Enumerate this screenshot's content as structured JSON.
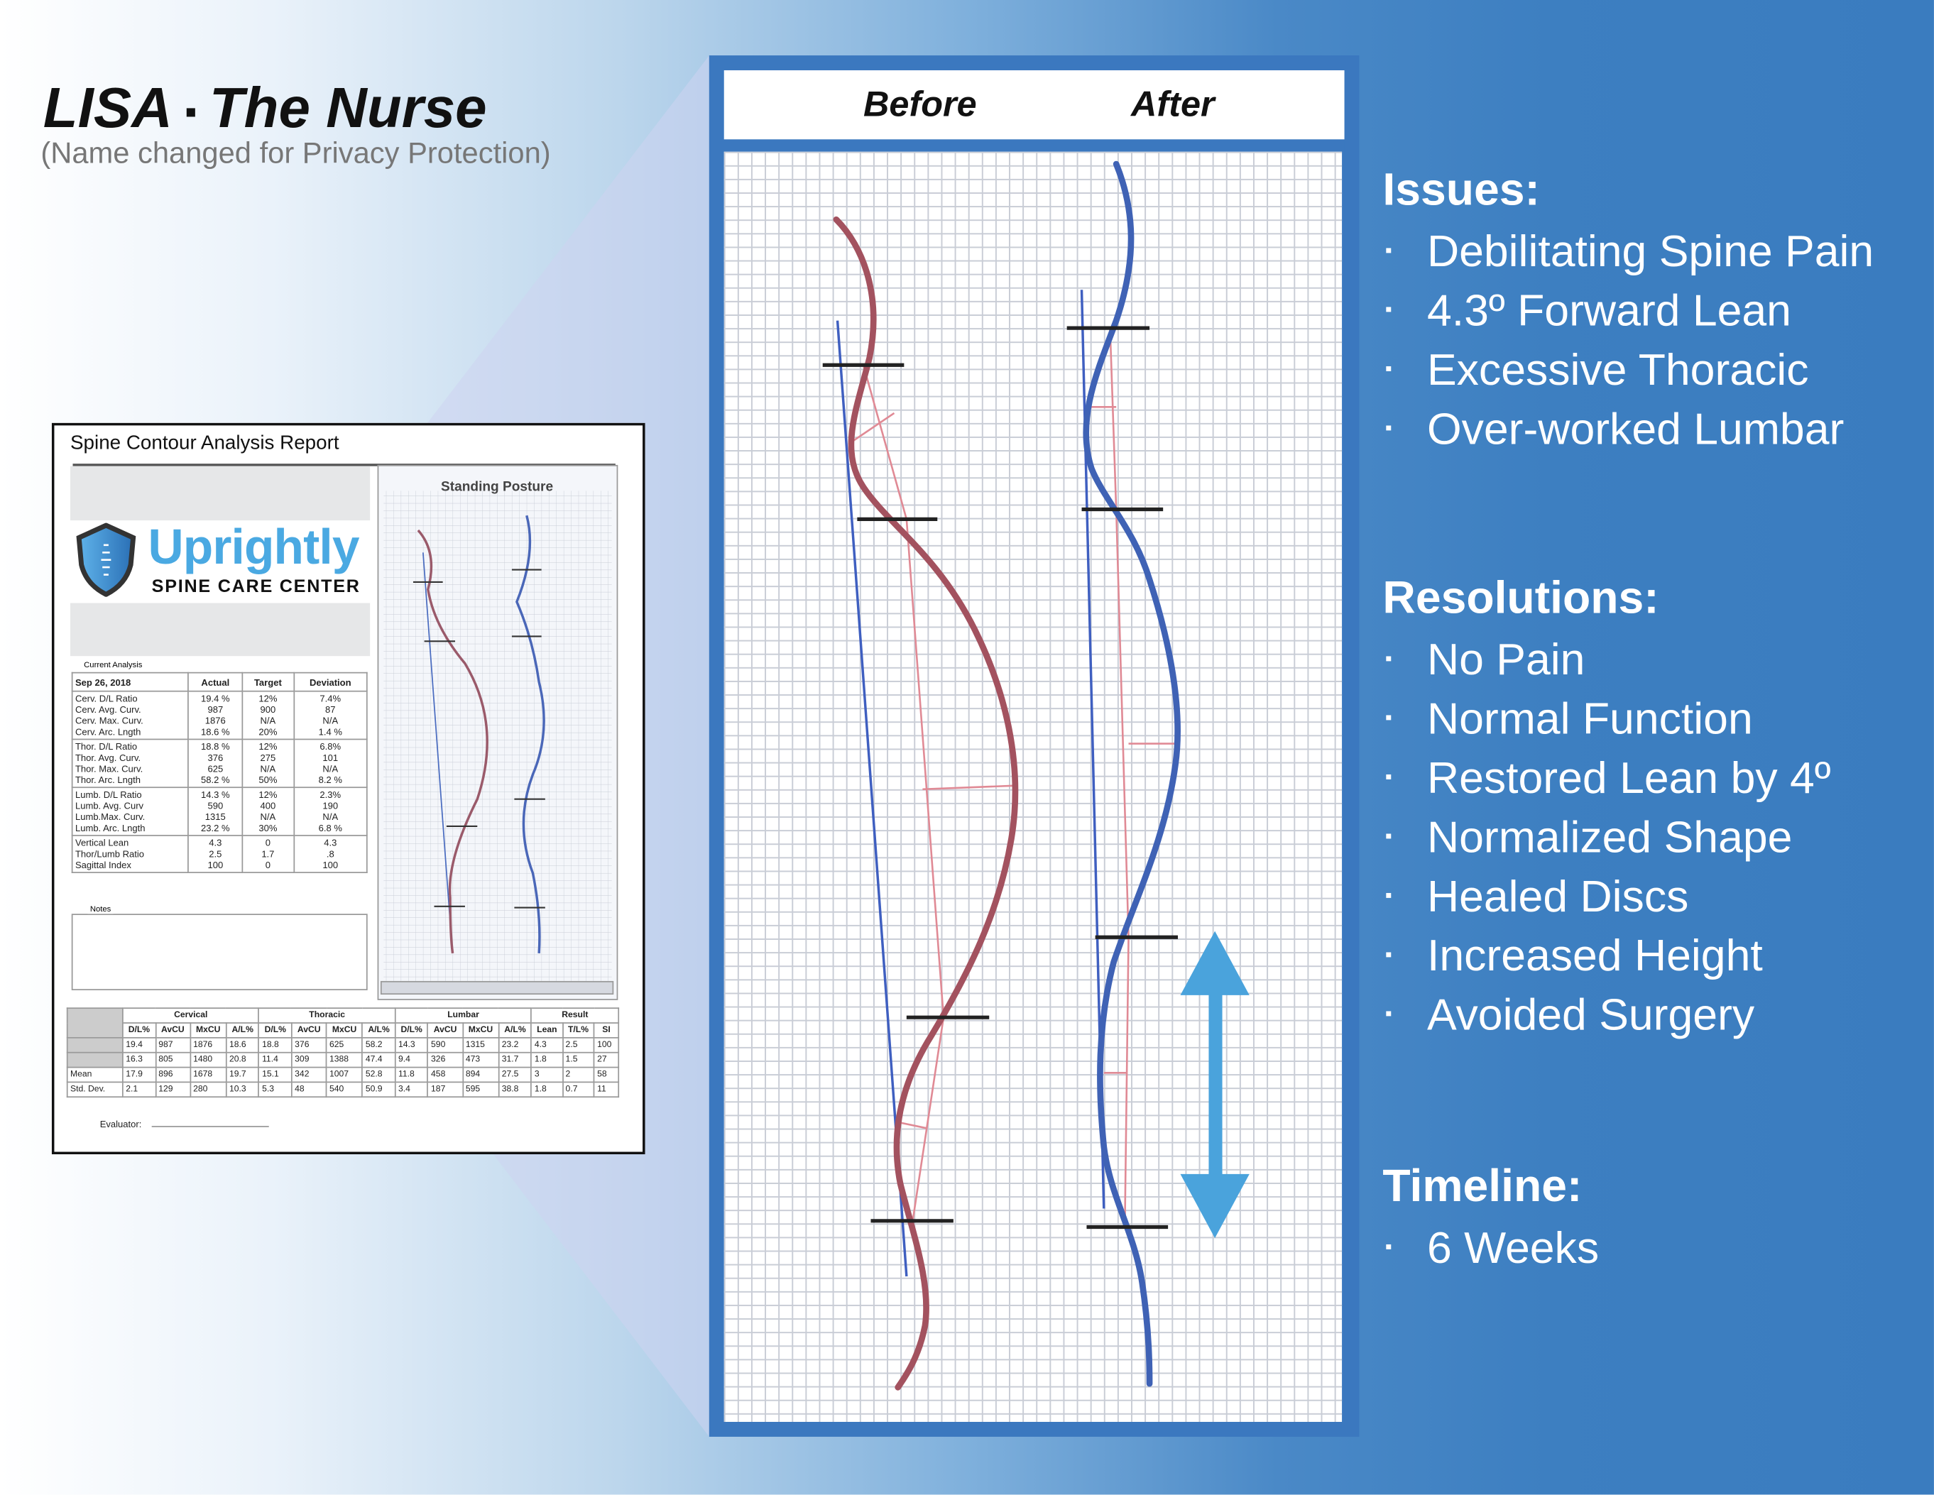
{
  "header": {
    "name": "LISA",
    "separator": "▪",
    "role": "The Nurse",
    "subtitle": "(Name changed for Privacy Protection)"
  },
  "report": {
    "title": "Spine Contour Analysis Report",
    "logo": {
      "wordmark": "Uprightly",
      "tagline": "SPINE CARE CENTER",
      "color": "#4aa9e2"
    },
    "analysis": {
      "caption": "Current Analysis",
      "date": "Sep 26, 2018",
      "columns": [
        "Actual",
        "Target",
        "Deviation"
      ],
      "groups": [
        {
          "labels": [
            "Cerv. D/L Ratio",
            "Cerv. Avg. Curv.",
            "Cerv. Max. Curv.",
            "Cerv. Arc. Lngth"
          ],
          "actual": [
            "19.4 %",
            "987",
            "1876",
            "18.6 %"
          ],
          "target": [
            "12%",
            "900",
            "N/A",
            "20%"
          ],
          "deviation": [
            "7.4%",
            "87",
            "N/A",
            "1.4 %"
          ]
        },
        {
          "labels": [
            "Thor. D/L Ratio",
            "Thor. Avg. Curv.",
            "Thor. Max. Curv.",
            "Thor. Arc. Lngth"
          ],
          "actual": [
            "18.8 %",
            "376",
            "625",
            "58.2 %"
          ],
          "target": [
            "12%",
            "275",
            "N/A",
            "50%"
          ],
          "deviation": [
            "6.8%",
            "101",
            "N/A",
            "8.2 %"
          ]
        },
        {
          "labels": [
            "Lumb. D/L Ratio",
            "Lumb. Avg. Curv",
            "Lumb.Max. Curv.",
            "Lumb. Arc. Lngth"
          ],
          "actual": [
            "14.3 %",
            "590",
            "1315",
            "23.2 %"
          ],
          "target": [
            "12%",
            "400",
            "N/A",
            "30%"
          ],
          "deviation": [
            "2.3%",
            "190",
            "N/A",
            "6.8 %"
          ]
        },
        {
          "labels": [
            "Vertical Lean",
            "Thor/Lumb Ratio",
            "Sagittal Index"
          ],
          "actual": [
            "4.3",
            "2.5",
            "100"
          ],
          "target": [
            "0",
            "1.7",
            "0"
          ],
          "deviation": [
            "4.3",
            ".8",
            "100"
          ]
        }
      ]
    },
    "notes_label": "Notes",
    "posture_title": "Standing Posture",
    "summary": {
      "groups": [
        "Cervical",
        "Thoracic",
        "Lumbar",
        "Result"
      ],
      "subheaders": [
        "D/L%",
        "AvCU",
        "MxCU",
        "A/L%",
        "D/L%",
        "AvCU",
        "MxCU",
        "A/L%",
        "D/L%",
        "AvCU",
        "MxCU",
        "A/L%",
        "Lean",
        "T/L%",
        "SI"
      ],
      "rows": [
        {
          "label": "",
          "values": [
            "19.4",
            "987",
            "1876",
            "18.6",
            "18.8",
            "376",
            "625",
            "58.2",
            "14.3",
            "590",
            "1315",
            "23.2",
            "4.3",
            "2.5",
            "100"
          ]
        },
        {
          "label": "",
          "values": [
            "16.3",
            "805",
            "1480",
            "20.8",
            "11.4",
            "309",
            "1388",
            "47.4",
            "9.4",
            "326",
            "473",
            "31.7",
            "1.8",
            "1.5",
            "27"
          ]
        },
        {
          "label": "Mean",
          "values": [
            "17.9",
            "896",
            "1678",
            "19.7",
            "15.1",
            "342",
            "1007",
            "52.8",
            "11.8",
            "458",
            "894",
            "27.5",
            "3",
            "2",
            "58"
          ]
        },
        {
          "label": "Std. Dev.",
          "values": [
            "2.1",
            "129",
            "280",
            "10.3",
            "5.3",
            "48",
            "540",
            "50.9",
            "3.4",
            "187",
            "595",
            "38.8",
            "1.8",
            "0.7",
            "11"
          ]
        }
      ]
    },
    "evaluator_label": "Evaluator:"
  },
  "comparison": {
    "before_label": "Before",
    "after_label": "After",
    "colors": {
      "before_curve": "#a3525f",
      "after_curve": "#3f62b5",
      "frame": "#3b78bf",
      "arrow": "#4aa3dc"
    }
  },
  "issues": {
    "heading": "Issues:",
    "items": [
      "Debilitating Spine Pain",
      "4.3º Forward Lean",
      "Excessive Thoracic",
      "Over-worked Lumbar"
    ]
  },
  "resolutions": {
    "heading": "Resolutions:",
    "items": [
      "No Pain",
      "Normal Function",
      "Restored Lean by 4º",
      "Normalized Shape",
      "Healed Discs",
      "Increased Height",
      "Avoided Surgery"
    ]
  },
  "timeline": {
    "heading": "Timeline:",
    "items": [
      "6 Weeks"
    ]
  }
}
